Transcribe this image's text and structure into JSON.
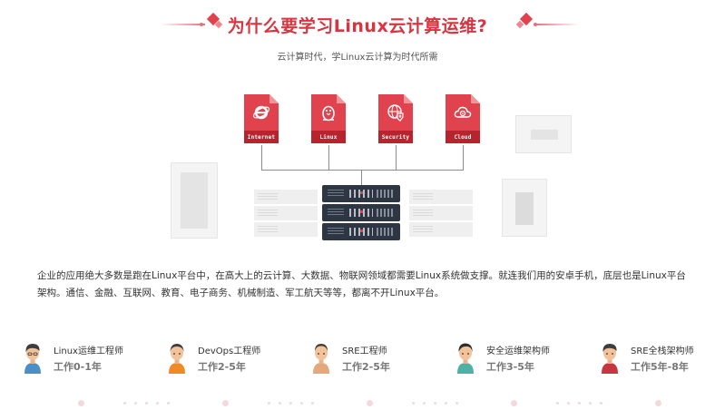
{
  "header": {
    "title": "为什么要学习Linux云计算运维?",
    "subtitle": "云计算时代，学Linux云计算为时代所需",
    "accent_color": "#d9343f"
  },
  "diagram": {
    "tags": [
      {
        "label": "Internet",
        "icon": "internet-explorer-icon"
      },
      {
        "label": "Linux",
        "icon": "linux-penguin-icon"
      },
      {
        "label": "Security",
        "icon": "security-globe-icon"
      },
      {
        "label": "Cloud",
        "icon": "cloud-gear-icon"
      }
    ],
    "server_icon": "server-rack-icon"
  },
  "description": "企业的应用绝大多数是跑在Linux平台中，在高大上的云计算、大数据、物联网领域都需要Linux系统做支撑。就连我们用的安卓手机，底层也是Linux平台架构。通信、金融、互联网、教育、电子商务、机械制造、军工航天等等，都离不开Linux平台。",
  "jobs": [
    {
      "title": "Linux运维工程师",
      "experience": "工作0-1年",
      "shirt_color": "#4a90c8"
    },
    {
      "title": "DevOps工程师",
      "experience": "工作2-5年",
      "shirt_color": "#f08a24"
    },
    {
      "title": "SRE工程师",
      "experience": "工作2-5年",
      "shirt_color": "#e3a87c"
    },
    {
      "title": "安全运维架构师",
      "experience": "工作3-5年",
      "shirt_color": "#4fb0a6"
    },
    {
      "title": "SRE全栈架构师",
      "experience": "工作5年-8年",
      "shirt_color": "#c8343f"
    }
  ]
}
